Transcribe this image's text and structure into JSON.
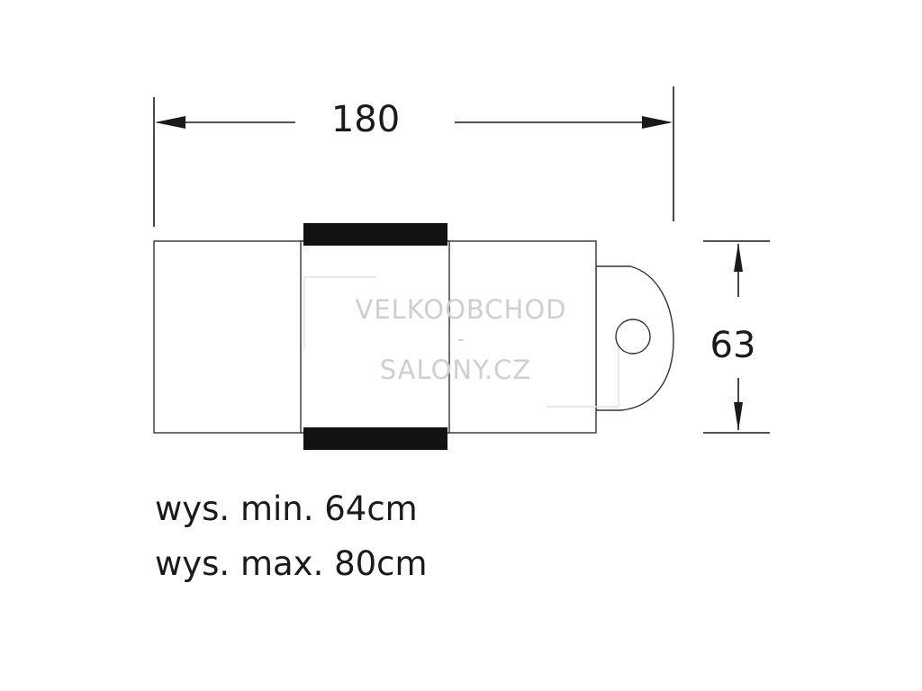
{
  "dimensions": {
    "length": "180",
    "width": "63"
  },
  "specs": {
    "height_min": "wys. min. 64cm",
    "height_max": "wys. max. 80cm"
  },
  "watermark": {
    "line1": "VELKOOBCHOD",
    "separator": "-",
    "line2": "SALONY.CZ"
  }
}
